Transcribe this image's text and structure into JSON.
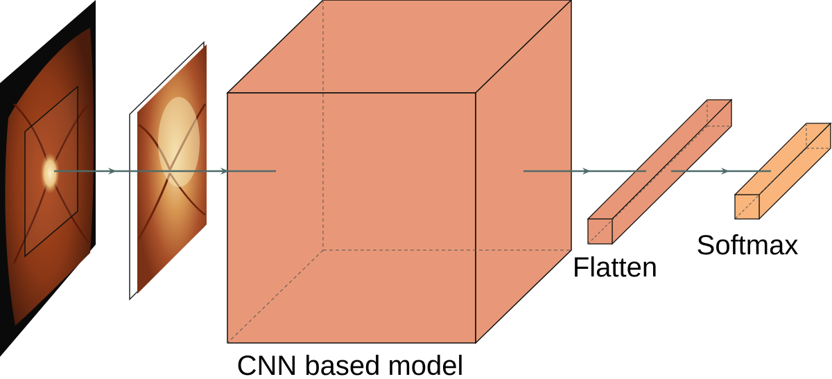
{
  "labels": {
    "cnn": "CNN based model",
    "flatten": "Flatten",
    "softmax": "Softmax"
  },
  "colors": {
    "cube": "#e89878",
    "softmax_bar": "#f9b57c",
    "arrow": "#4f6b6b",
    "fundus_dark": "#4a1c0c",
    "fundus_mid": "#8c3816",
    "disc": "#f3dfac"
  },
  "icons": {
    "fundus_image": "retina-fundus-photo",
    "cropped_image": "optic-disc-crop"
  }
}
